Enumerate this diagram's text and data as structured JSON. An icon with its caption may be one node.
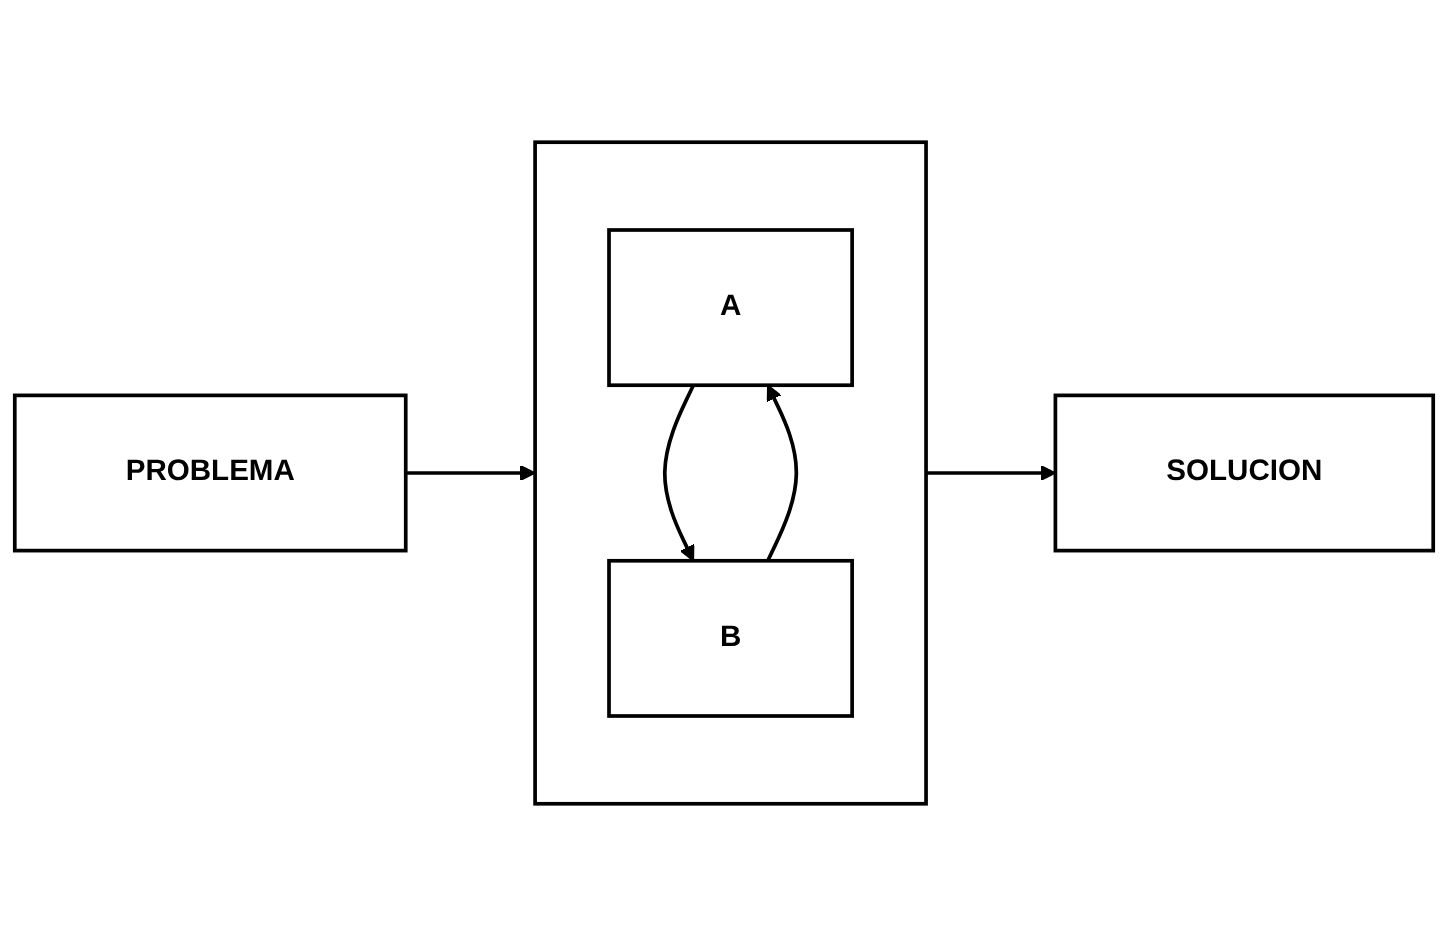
{
  "diagram": {
    "nodes": [
      {
        "text": [
          "PROBLEMA"
        ]
      },
      {
        "text": [],
        "shape": "box"
      },
      {
        "text": [
          "A"
        ],
        "in": 1
      },
      {
        "text": [
          "B"
        ],
        "in": 1
      },
      {
        "text": [
          "SOLUCION"
        ]
      }
    ],
    "edges": [
      {
        "from": 0,
        "to": 1,
        "arrow": "to"
      },
      {
        "from": 2,
        "to": 3,
        "arrow": "to"
      },
      {
        "from": 3,
        "to": 2,
        "arrow": "to"
      },
      {
        "from": 1,
        "to": 4,
        "arrow": "to"
      }
    ]
  }
}
